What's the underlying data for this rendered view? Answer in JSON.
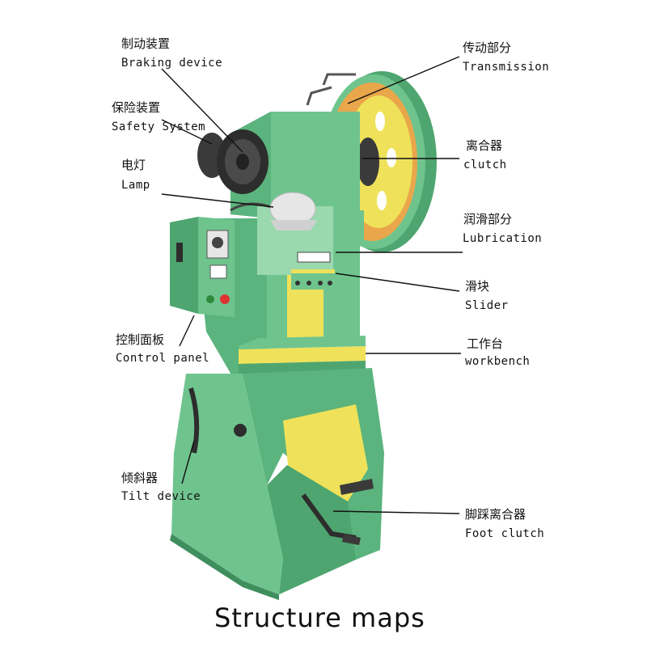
{
  "title": "Structure maps",
  "colors": {
    "body_green": "#6fc48e",
    "body_dark": "#4ea56f",
    "body_light": "#9ad8ae",
    "accent_yellow": "#efe25a",
    "pulley_orange": "#e9a64a"
  },
  "labels": [
    {
      "id": "braking",
      "zh": "制动装置",
      "en": "Braking device"
    },
    {
      "id": "safety",
      "zh": "保险装置",
      "en": "Safety System"
    },
    {
      "id": "lamp",
      "zh": "电灯",
      "en": "Lamp"
    },
    {
      "id": "control",
      "zh": "控制面板",
      "en": "Control panel"
    },
    {
      "id": "tilt",
      "zh": "倾斜器",
      "en": "Tilt device"
    },
    {
      "id": "transmission",
      "zh": "传动部分",
      "en": "Transmission"
    },
    {
      "id": "clutch",
      "zh": "离合器",
      "en": "clutch"
    },
    {
      "id": "lubrication",
      "zh": "润滑部分",
      "en": "Lubrication"
    },
    {
      "id": "slider",
      "zh": "滑块",
      "en": "Slider"
    },
    {
      "id": "workbench",
      "zh": "工作台",
      "en": "workbench"
    },
    {
      "id": "foot",
      "zh": "脚踩离合器",
      "en": "Foot clutch"
    }
  ]
}
